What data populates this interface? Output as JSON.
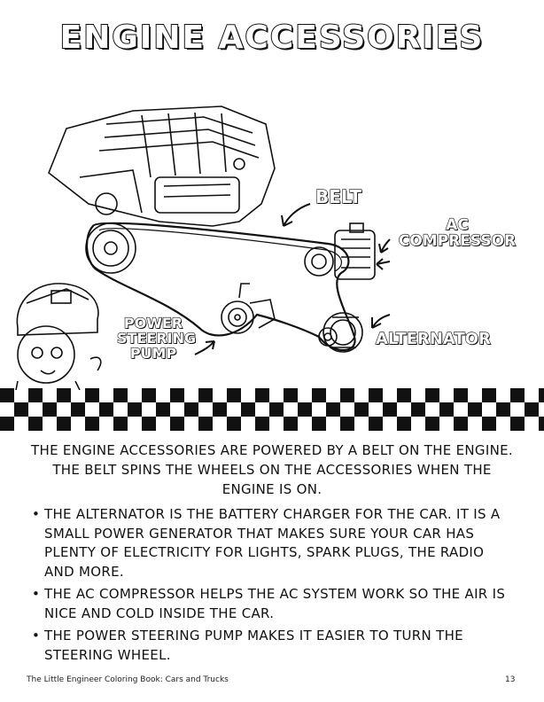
{
  "page": {
    "title": "ENGINE ACCESSORIES",
    "callouts": {
      "belt": "BELT",
      "ac_line1": "AC",
      "ac_line2": "COMPRESSOR",
      "alternator": "ALTERNATOR",
      "psp_line1": "POWER",
      "psp_line2": "STEERING",
      "psp_line3": "PUMP"
    },
    "intro": "THE ENGINE ACCESSORIES ARE POWERED BY A BELT ON THE ENGINE. THE BELT SPINS THE WHEELS ON THE ACCESSORIES WHEN THE ENGINE IS ON.",
    "bullets": [
      "THE ALTERNATOR IS THE BATTERY CHARGER FOR THE CAR. IT IS A SMALL POWER GENERATOR THAT MAKES SURE YOUR CAR HAS PLENTY OF ELECTRICITY FOR LIGHTS, SPARK PLUGS, THE RADIO AND MORE.",
      "THE AC COMPRESSOR HELPS THE AC SYSTEM WORK SO THE AIR IS NICE AND COLD INSIDE THE CAR.",
      "THE POWER STEERING PUMP MAKES IT EASIER TO TURN THE STEERING WHEEL."
    ],
    "bullet_glyph": "•",
    "footer": {
      "book_title": "The Little Engineer Coloring Book: Cars and Trucks",
      "page_number": "13"
    }
  }
}
